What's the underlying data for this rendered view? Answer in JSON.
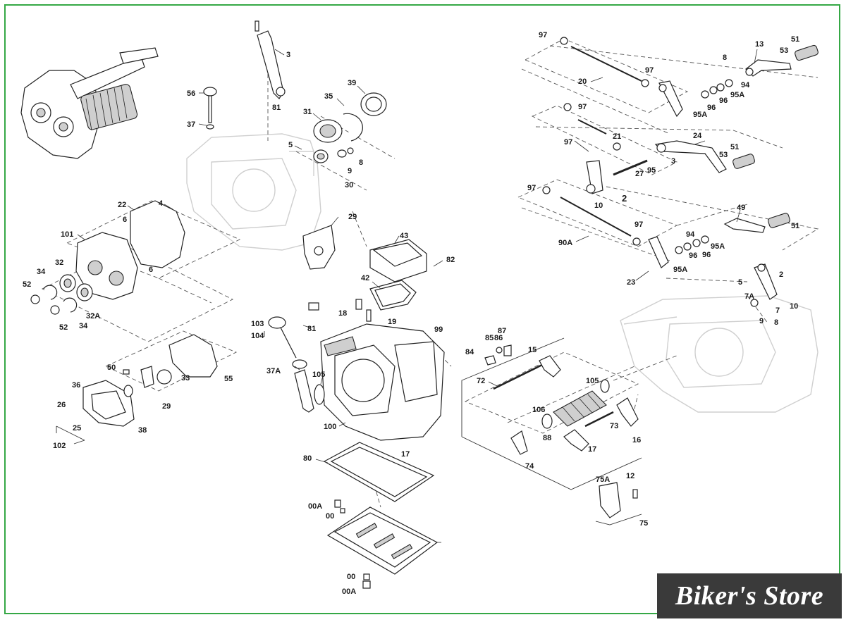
{
  "labels": [
    "3",
    "56",
    "37",
    "81",
    "35",
    "39",
    "31",
    "5",
    "8",
    "9",
    "30",
    "22",
    "4",
    "6",
    "6",
    "101",
    "29",
    "32",
    "34",
    "52",
    "32A",
    "34",
    "52",
    "50",
    "33",
    "36",
    "29",
    "55",
    "26",
    "25",
    "38",
    "102",
    "103",
    "104",
    "37A",
    "105",
    "100",
    "43",
    "82",
    "42",
    "18",
    "19",
    "81",
    "99",
    "17",
    "80",
    "00A",
    "00",
    "00",
    "00A",
    "97",
    "20",
    "97",
    "8",
    "13",
    "53",
    "51",
    "94",
    "95A",
    "96",
    "96",
    "95A",
    "97",
    "21",
    "97",
    "27",
    "95",
    "3",
    "24",
    "53",
    "51",
    "10",
    "2",
    "97",
    "90A",
    "97",
    "94",
    "95A",
    "96",
    "96",
    "95A",
    "49",
    "51",
    "23",
    "5",
    "2",
    "7A",
    "7",
    "10",
    "9",
    "8",
    "87",
    "86",
    "85",
    "84",
    "15",
    "72",
    "105",
    "106",
    "73",
    "16",
    "88",
    "17",
    "74",
    "75A",
    "12",
    "75"
  ],
  "watermark": "Biker's Store",
  "colors": {
    "frame": "#35a845",
    "ink": "#222222",
    "ghost": "#cfcfcf",
    "watermark_bg": "#3a3a3a"
  }
}
